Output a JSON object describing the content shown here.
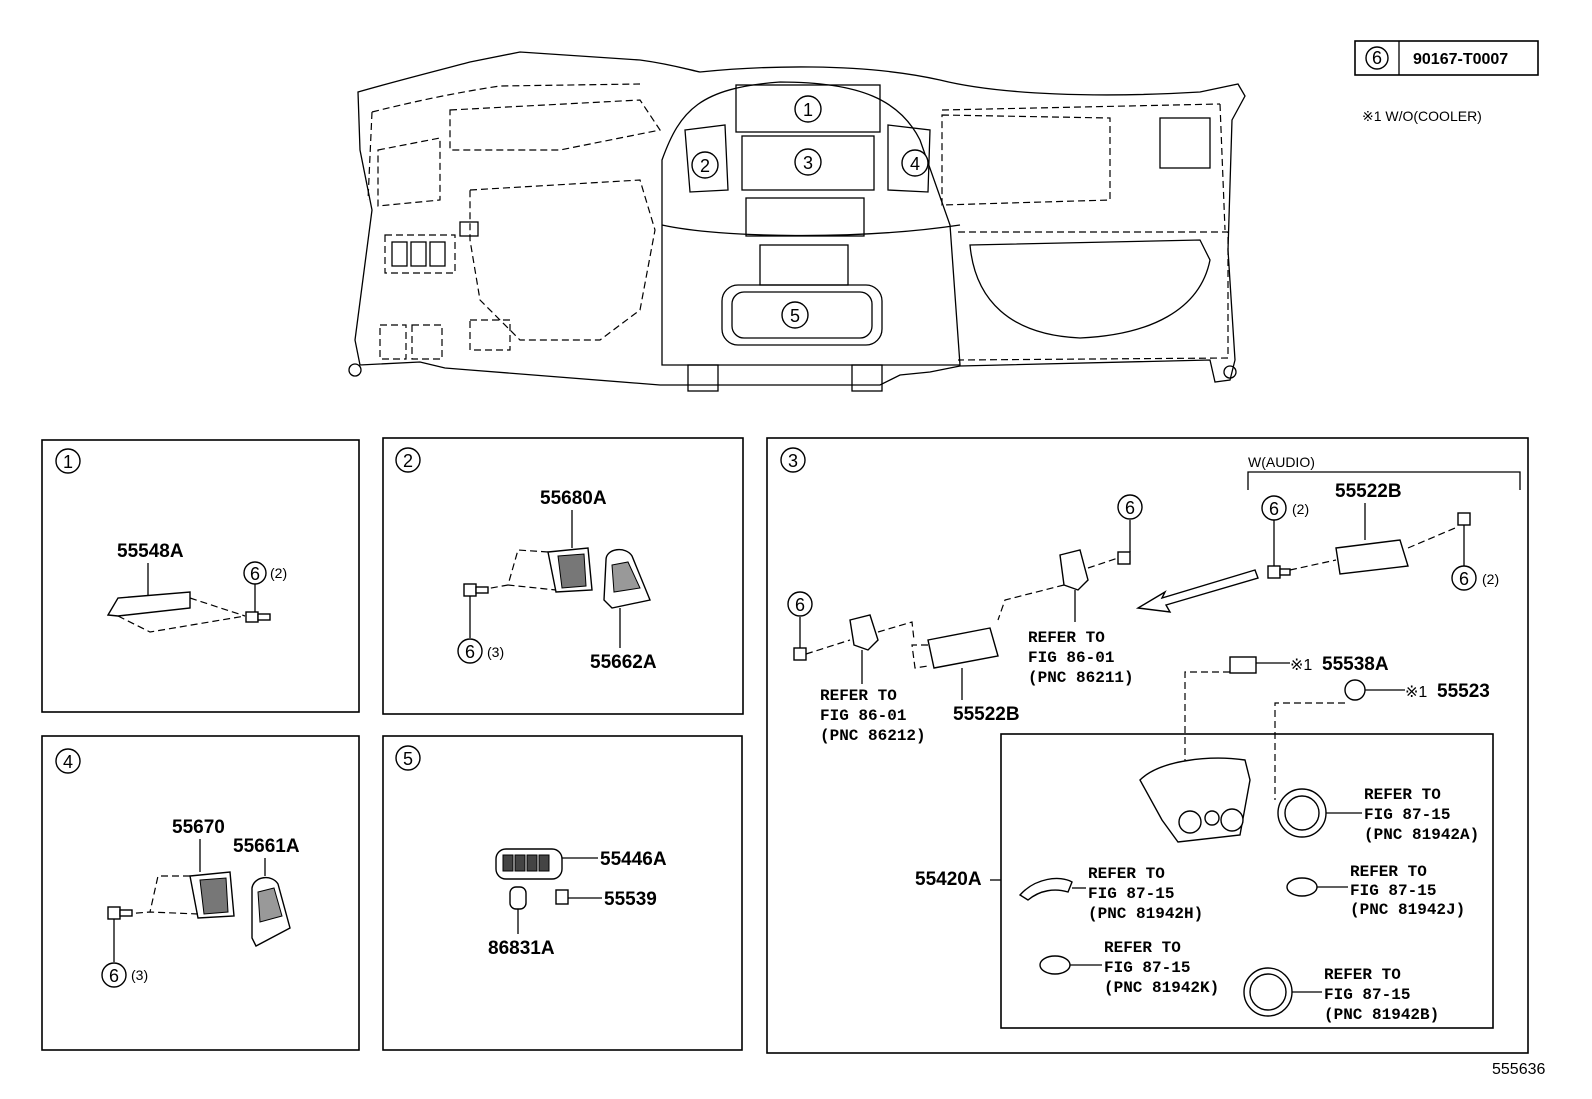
{
  "legend": {
    "ref_circle": "6",
    "part_number": "90167-T0007"
  },
  "note": "※1 W/O(COOLER)",
  "dashboard_callouts": [
    "1",
    "2",
    "3",
    "4",
    "5"
  ],
  "panels": {
    "p1": {
      "index": "1",
      "part_a": "55548A",
      "screw_ref": "6",
      "screw_qty": "(2)"
    },
    "p2": {
      "index": "2",
      "part_a": "55680A",
      "part_b": "55662A",
      "screw_ref": "6",
      "screw_qty": "(3)"
    },
    "p3": {
      "index": "3",
      "audio_group": "W(AUDIO)",
      "part_audio_upper": "55522B",
      "part_audio_lower": "55522B",
      "screw_ref": "6",
      "screw_qty": "(2)",
      "ref_left": [
        "REFER TO",
        "FIG 86-01",
        "(PNC 86212)"
      ],
      "ref_mid": [
        "REFER TO",
        "FIG 86-01",
        "(PNC 86211)"
      ],
      "note_mark": "※1",
      "part_538": "55538A",
      "part_523": "55523",
      "part_420": "55420A",
      "ref_a": [
        "REFER TO",
        "FIG 87-15",
        "(PNC 81942A)"
      ],
      "ref_h": [
        "REFER TO",
        "FIG 87-15",
        "(PNC 81942H)"
      ],
      "ref_j": [
        "REFER TO",
        "FIG 87-15",
        "(PNC 81942J)"
      ],
      "ref_k": [
        "REFER TO",
        "FIG 87-15",
        "(PNC 81942K)"
      ],
      "ref_b": [
        "REFER TO",
        "FIG 87-15",
        "(PNC 81942B)"
      ]
    },
    "p4": {
      "index": "4",
      "part_a": "55670",
      "part_b": "55661A",
      "screw_ref": "6",
      "screw_qty": "(3)"
    },
    "p5": {
      "index": "5",
      "part_a": "55446A",
      "part_b": "55539",
      "part_c": "86831A"
    }
  },
  "figure_id": "555636"
}
